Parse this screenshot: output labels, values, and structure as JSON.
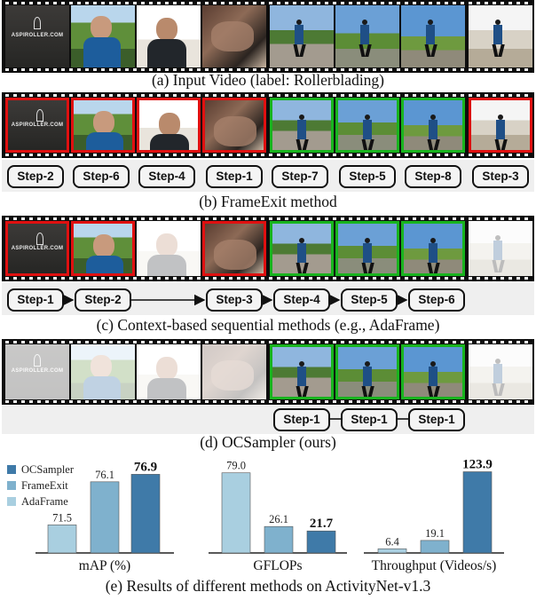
{
  "panels": {
    "a": {
      "caption": "(a) Input Video (label: Rollerblading)"
    },
    "b": {
      "caption": "(b) FrameExit method",
      "steps": [
        "Step-2",
        "Step-6",
        "Step-4",
        "Step-1",
        "Step-7",
        "Step-5",
        "Step-8",
        "Step-3"
      ]
    },
    "c": {
      "caption": "(c) Context-based sequential methods (e.g., AdaFrame)",
      "steps": [
        "Step-1",
        "Step-2",
        "Step-3",
        "Step-4",
        "Step-5",
        "Step-6"
      ]
    },
    "d": {
      "caption": "(d) OCSampler (ours)",
      "steps": [
        "Step-1",
        "Step-1",
        "Step-1"
      ]
    },
    "e": {
      "caption": "(e) Results of different methods on ActivityNet-v1.3"
    }
  },
  "frame_text": "ASPIROLLER.COM",
  "colors": {
    "selected_wrong": "#e01010",
    "selected_right": "#18b41e",
    "adaframe": "#a9cfe0",
    "frameexit": "#7fb1cd",
    "ocsampler": "#3f7aa8"
  },
  "chart_data": [
    {
      "type": "bar",
      "xlabel": "mAP (%)",
      "legend": [
        "OCSampler",
        "FrameExit",
        "AdaFrame"
      ],
      "legend_position": "top-left",
      "series": [
        {
          "name": "AdaFrame",
          "values": [
            71.5
          ]
        },
        {
          "name": "FrameExit",
          "values": [
            76.1
          ]
        },
        {
          "name": "OCSampler",
          "values": [
            76.9
          ]
        }
      ],
      "labels": [
        "71.5",
        "76.1",
        "76.9"
      ],
      "bold_index": 2
    },
    {
      "type": "bar",
      "xlabel": "GFLOPs",
      "series": [
        {
          "name": "AdaFrame",
          "values": [
            79.0
          ]
        },
        {
          "name": "FrameExit",
          "values": [
            26.1
          ]
        },
        {
          "name": "OCSampler",
          "values": [
            21.7
          ]
        }
      ],
      "labels": [
        "79.0",
        "26.1",
        "21.7"
      ],
      "bold_index": 2
    },
    {
      "type": "bar",
      "xlabel": "Throughput (Videos/s)",
      "series": [
        {
          "name": "AdaFrame",
          "values": [
            6.4
          ]
        },
        {
          "name": "FrameExit",
          "values": [
            19.1
          ]
        },
        {
          "name": "OCSampler",
          "values": [
            123.9
          ]
        }
      ],
      "labels": [
        "6.4",
        "19.1",
        "123.9"
      ],
      "bold_index": 2
    }
  ]
}
